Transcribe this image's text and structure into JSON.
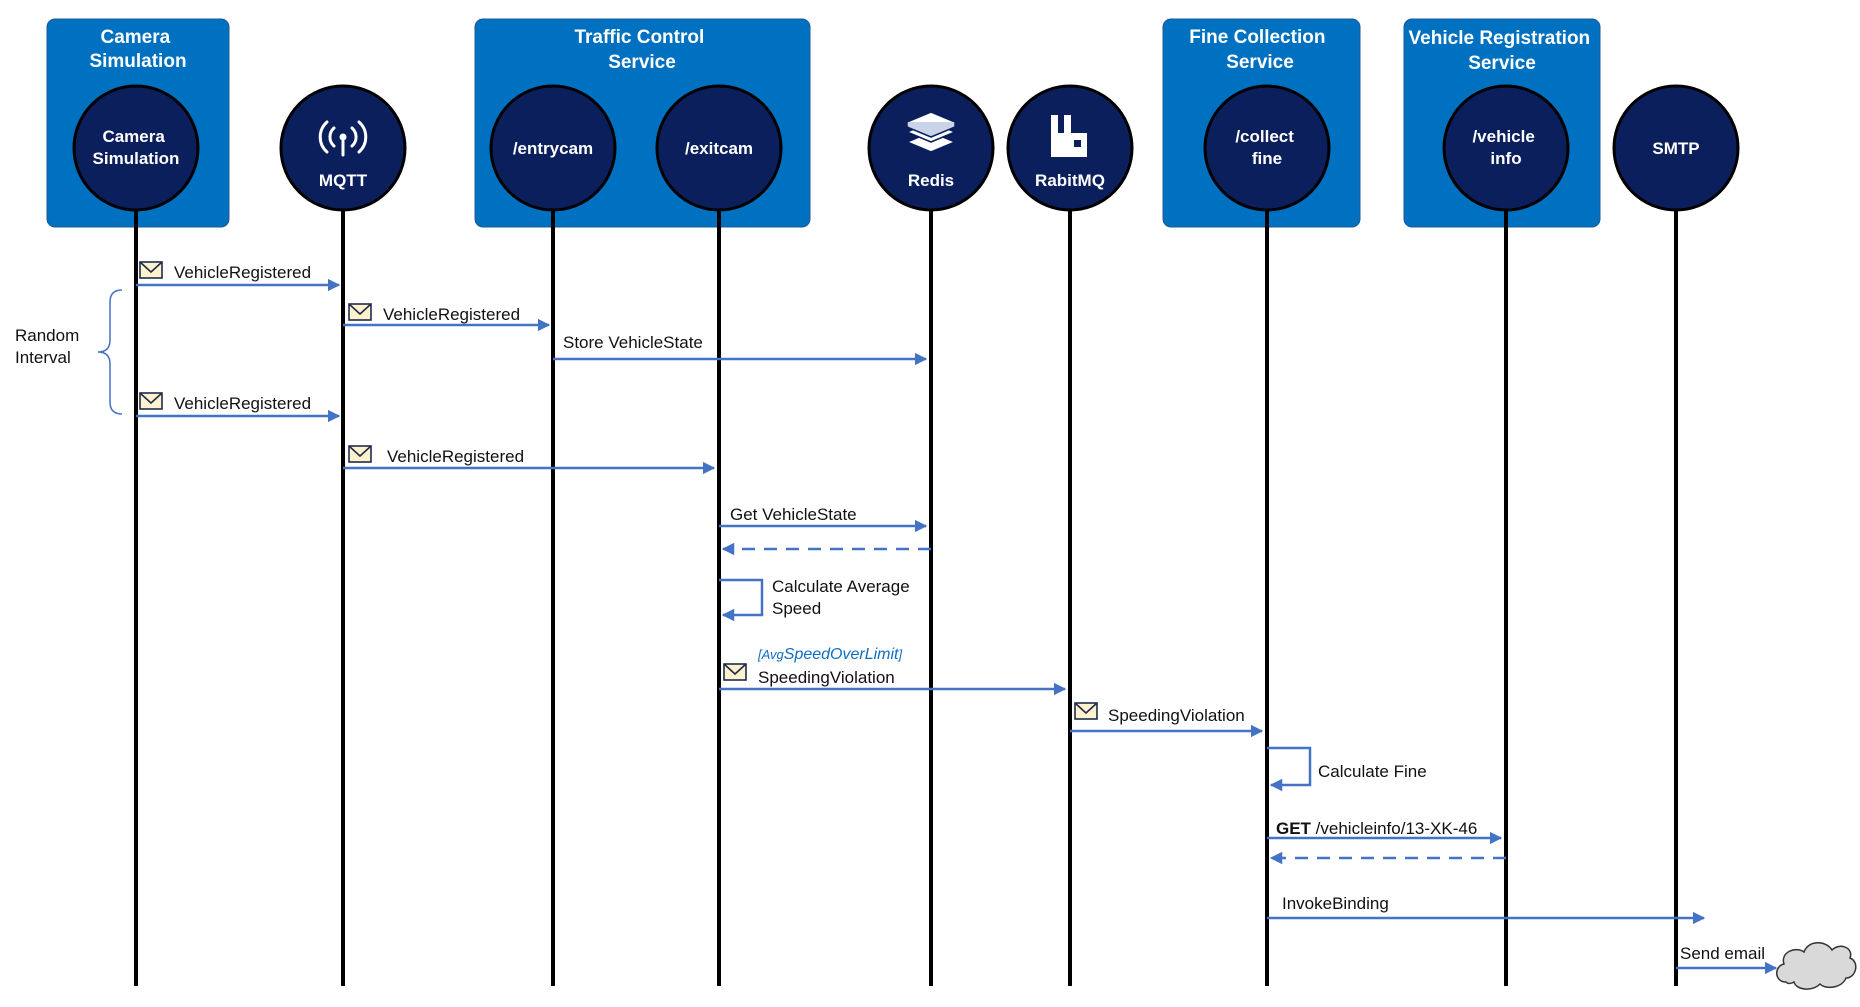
{
  "groups": {
    "camera": [
      "Camera",
      "Simulation"
    ],
    "traffic": [
      "Traffic Control",
      "Service"
    ],
    "fine": [
      "Fine Collection",
      "Service"
    ],
    "vehicle": [
      "Vehicle Registration",
      "Service"
    ]
  },
  "participants": {
    "camera": [
      "Camera",
      "Simulation"
    ],
    "mqtt": "MQTT",
    "entrycam": "/entrycam",
    "exitcam": "/exitcam",
    "redis": "Redis",
    "rabbitmq": "RabitMQ",
    "collect": [
      "/collect",
      "fine"
    ],
    "vehicleinfo": [
      "/vehicle",
      "info"
    ],
    "smtp": "SMTP"
  },
  "icons": {
    "mqtt": "antenna-icon",
    "redis": "redis-stack-icon",
    "rabbitmq": "rabbitmq-icon",
    "message": "envelope-icon",
    "internet": "cloud-icon"
  },
  "bracket": [
    "Random",
    "Interval"
  ],
  "messages": {
    "m1": "VehicleRegistered",
    "m2": "VehicleRegistered",
    "m3": "Store VehicleState",
    "m4": "VehicleRegistered",
    "m5": "VehicleRegistered",
    "m6": "Get VehicleState",
    "m7": [
      "Calculate Average",
      "Speed"
    ],
    "m8_condition_prefix": "[Avg",
    "m8_condition_main": "SpeedOverLimit",
    "m8_condition_suffix": "]",
    "m8": "SpeedingViolation",
    "m9": "SpeedingViolation",
    "m10": "Calculate Fine",
    "m11_method": "GET",
    "m11_path": " /vehicleinfo/13-XK-46",
    "m12": "InvokeBinding",
    "m13": "Send email"
  },
  "colors": {
    "group_fill": "#0070c0",
    "circle_fill": "#0a1f5c",
    "arrow": "#4472c4",
    "lifeline": "#000000"
  }
}
